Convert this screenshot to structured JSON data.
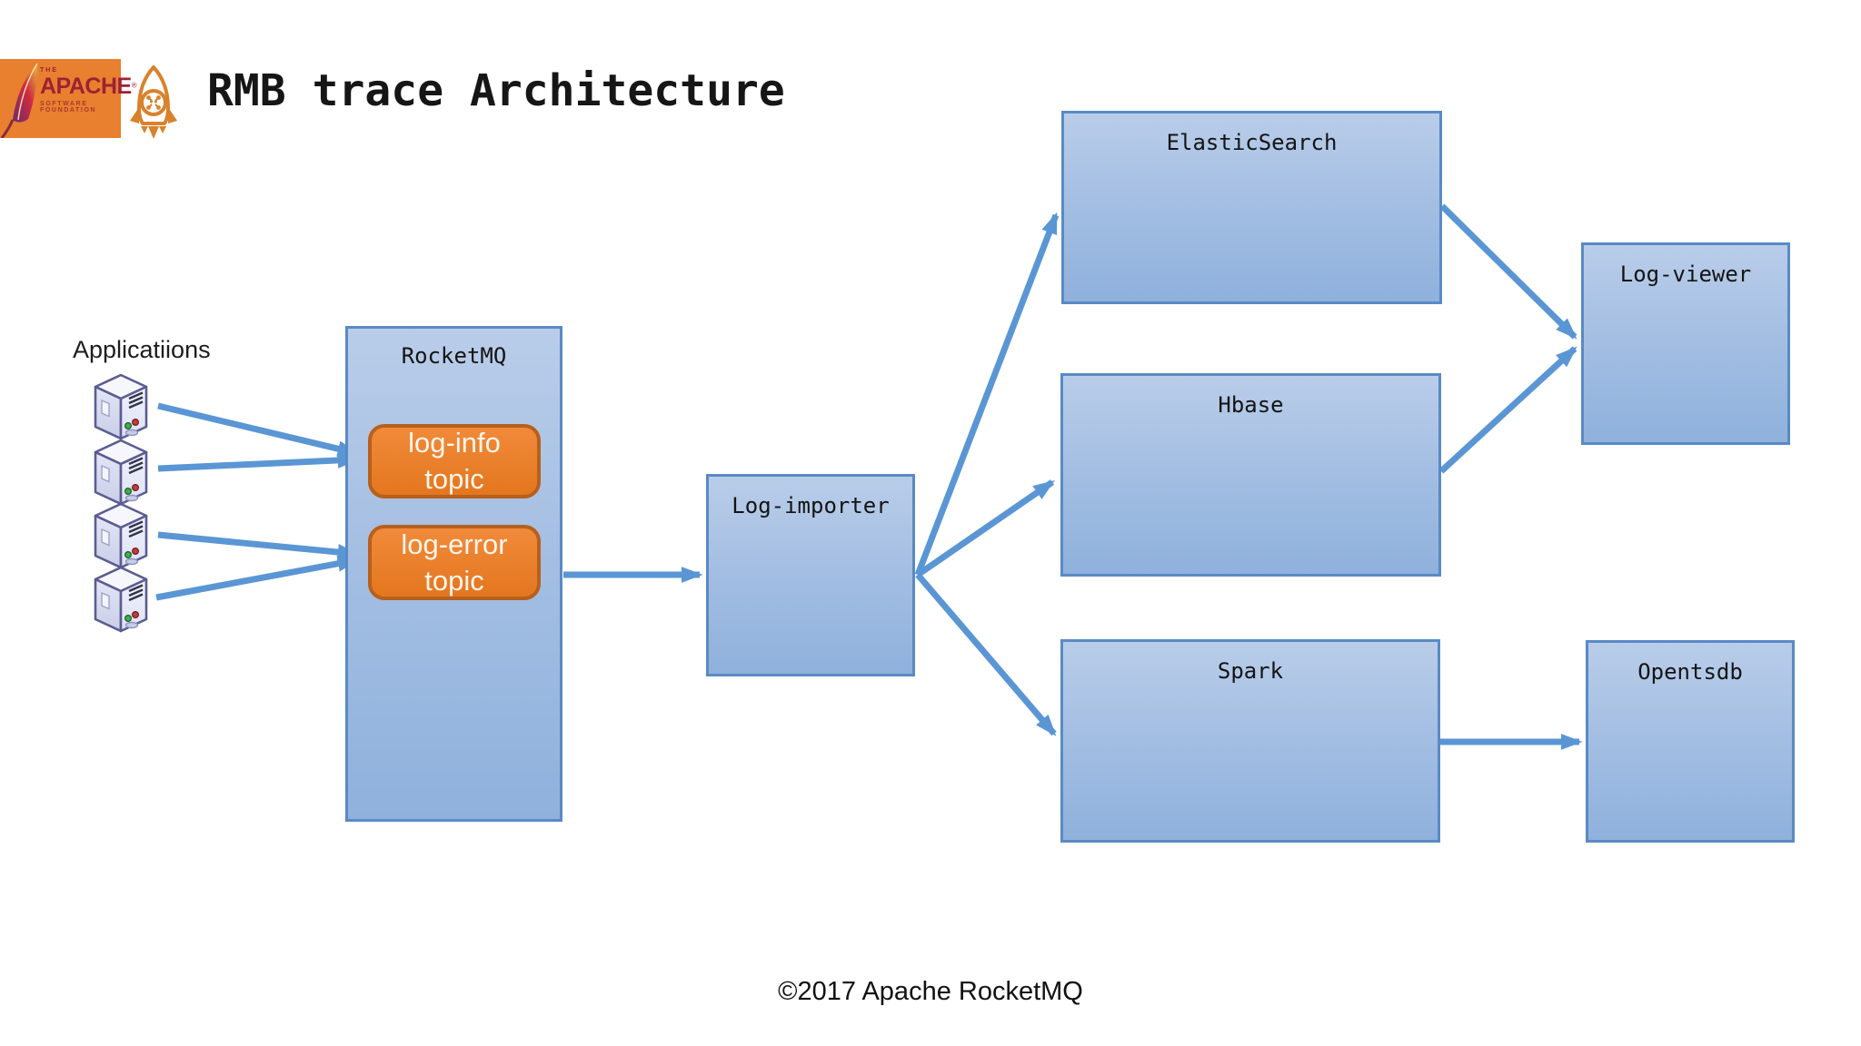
{
  "slide": {
    "title": "RMB trace Architecture",
    "footer": "©2017 Apache RocketMQ"
  },
  "logos": {
    "apache": {
      "the": "THE",
      "name": "APACHE",
      "reg": "®",
      "subtitle": "SOFTWARE FOUNDATION"
    },
    "rocketmq_icon": "rocketmq-rocket-logo"
  },
  "diagram": {
    "applications_label": "Applicatiions",
    "app_server_count": 4,
    "nodes": {
      "rocketmq": {
        "label": "RocketMQ"
      },
      "log_info_topic": {
        "line1": "log-info",
        "line2": "topic"
      },
      "log_error_topic": {
        "line1": "log-error",
        "line2": "topic"
      },
      "log_importer": {
        "label": "Log-importer"
      },
      "elasticsearch": {
        "label": "ElasticSearch"
      },
      "hbase": {
        "label": "Hbase"
      },
      "spark": {
        "label": "Spark"
      },
      "log_viewer": {
        "label": "Log-viewer"
      },
      "opentsdb": {
        "label": "Opentsdb"
      }
    },
    "edges": [
      {
        "from": "app-server-1",
        "to": "log-info-topic"
      },
      {
        "from": "app-server-2",
        "to": "log-info-topic"
      },
      {
        "from": "app-server-3",
        "to": "log-error-topic"
      },
      {
        "from": "app-server-4",
        "to": "log-error-topic"
      },
      {
        "from": "rocketmq",
        "to": "log-importer"
      },
      {
        "from": "log-importer",
        "to": "elasticsearch"
      },
      {
        "from": "log-importer",
        "to": "hbase"
      },
      {
        "from": "log-importer",
        "to": "spark"
      },
      {
        "from": "elasticsearch",
        "to": "log-viewer"
      },
      {
        "from": "hbase",
        "to": "log-viewer"
      },
      {
        "from": "spark",
        "to": "opentsdb"
      }
    ]
  },
  "colors": {
    "node_border": "#5a8ac5",
    "node_fill_top": "#b9cde9",
    "node_fill_bottom": "#8fb1dc",
    "topic_fill": "#e97e2e",
    "topic_border": "#b7601d",
    "arrow": "#5b96d4",
    "apache_orange": "#e8802f",
    "apache_red": "#9e2135",
    "rocket_orange": "#d9822b"
  }
}
